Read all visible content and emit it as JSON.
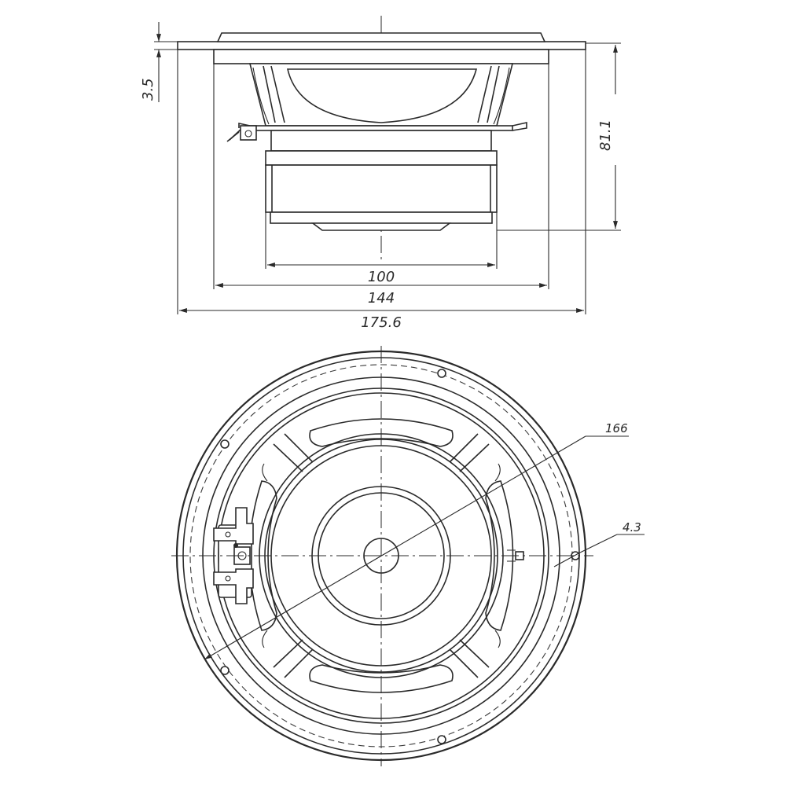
{
  "drawing": {
    "dimensions": {
      "flange_thickness": "3.5",
      "total_depth": "81.1",
      "magnet_diameter": "100",
      "basket_diameter": "144",
      "overall_diameter": "175.6",
      "bolt_circle_diameter": "166",
      "mounting_hole_diameter": "4.3"
    }
  }
}
